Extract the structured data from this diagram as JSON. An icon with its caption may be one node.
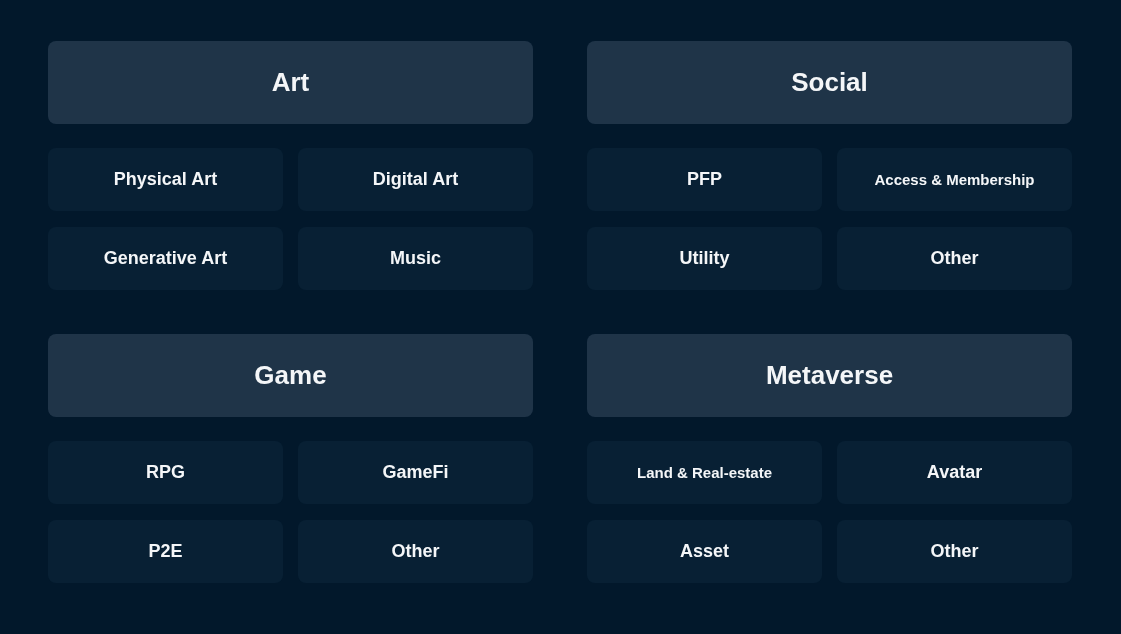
{
  "diagram": {
    "nodes": [
      {
        "text": [
          "Art"
        ]
      },
      {
        "text": [
          "Social"
        ]
      },
      {
        "text": [
          "Physical Art"
        ]
      },
      {
        "text": [
          "Digital Art"
        ]
      },
      {
        "text": [
          "PFP"
        ]
      },
      {
        "text": [
          "Access & Membership"
        ]
      },
      {
        "text": [
          "Generative Art"
        ]
      },
      {
        "text": [
          "Music"
        ]
      },
      {
        "text": [
          "Utility"
        ]
      },
      {
        "text": [
          "Other"
        ]
      },
      {
        "text": [
          "Game"
        ]
      },
      {
        "text": [
          "Metaverse"
        ]
      },
      {
        "text": [
          "RPG"
        ]
      },
      {
        "text": [
          "GameFi"
        ]
      },
      {
        "text": [
          "Land & Real-estate"
        ]
      },
      {
        "text": [
          "Avatar"
        ]
      },
      {
        "text": [
          "P2E"
        ]
      },
      {
        "text": [
          "Other"
        ]
      },
      {
        "text": [
          "Asset"
        ]
      },
      {
        "text": [
          "Other"
        ]
      }
    ]
  }
}
